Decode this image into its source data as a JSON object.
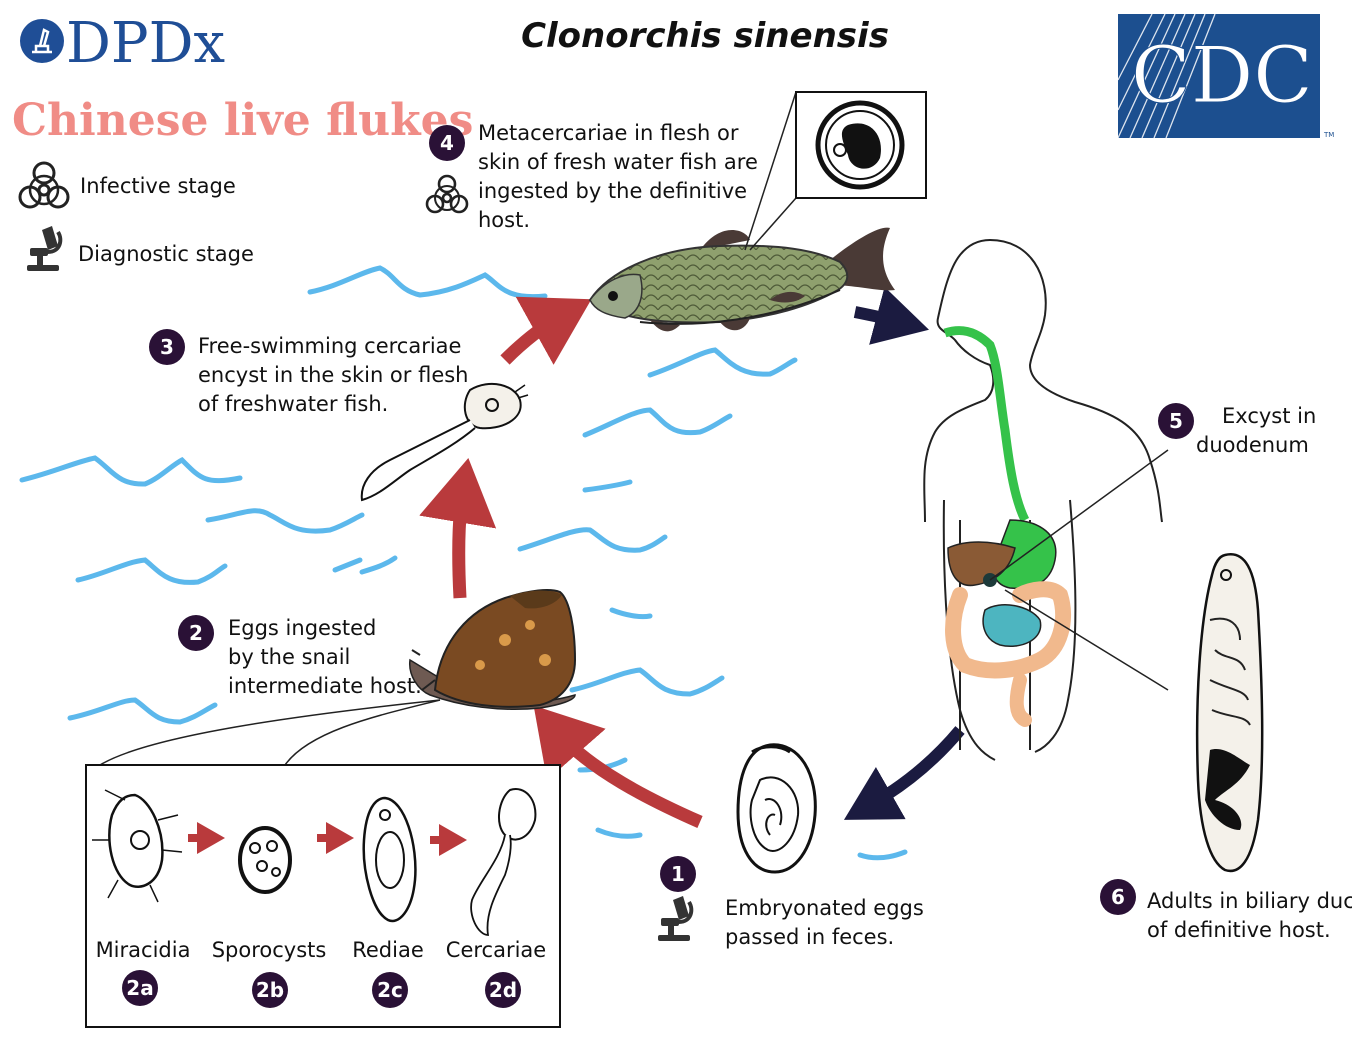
{
  "title": "Clonorchis sinensis",
  "common_name": "Chinese live flukes",
  "dpdx_logo": "DPDx",
  "cdc_logo": "CDC",
  "cdc_trademark": "TM",
  "legend": {
    "infective": "Infective stage",
    "diagnostic": "Diagnostic stage"
  },
  "steps": {
    "s1": {
      "num": "1",
      "lines": [
        "Embryonated eggs",
        "passed in feces."
      ]
    },
    "s2": {
      "num": "2",
      "lines": [
        "Eggs ingested",
        "by the snail",
        "intermediate host."
      ]
    },
    "s3": {
      "num": "3",
      "lines": [
        "Free-swimming cercariae",
        "encyst in the skin or flesh",
        "of freshwater fish."
      ]
    },
    "s4": {
      "num": "4",
      "lines": [
        "Metacercariae in flesh or",
        "skin of fresh water fish are",
        "ingested by the definitive",
        "host."
      ]
    },
    "s5": {
      "num": "5",
      "lines": [
        "Excyst in",
        "duodenum"
      ]
    },
    "s6": {
      "num": "6",
      "lines": [
        "Adults in biliary duct",
        "of definitive host."
      ]
    }
  },
  "substages": [
    {
      "label": "Miracidia",
      "num": "2a"
    },
    {
      "label": "Sporocysts",
      "num": "2b"
    },
    {
      "label": "Rediae",
      "num": "2c"
    },
    {
      "label": "Cercariae",
      "num": "2d"
    }
  ],
  "colors": {
    "wave": "#5cb8ec",
    "red_arrow": "#b93a3c",
    "navy_arrow": "#1b1b40",
    "badge": "#2a1136",
    "salmon": "#f08c86",
    "dpdx_blue": "#1f4e96",
    "cdc_blue": "#1c4f8f",
    "gut_green": "#35c24a"
  }
}
